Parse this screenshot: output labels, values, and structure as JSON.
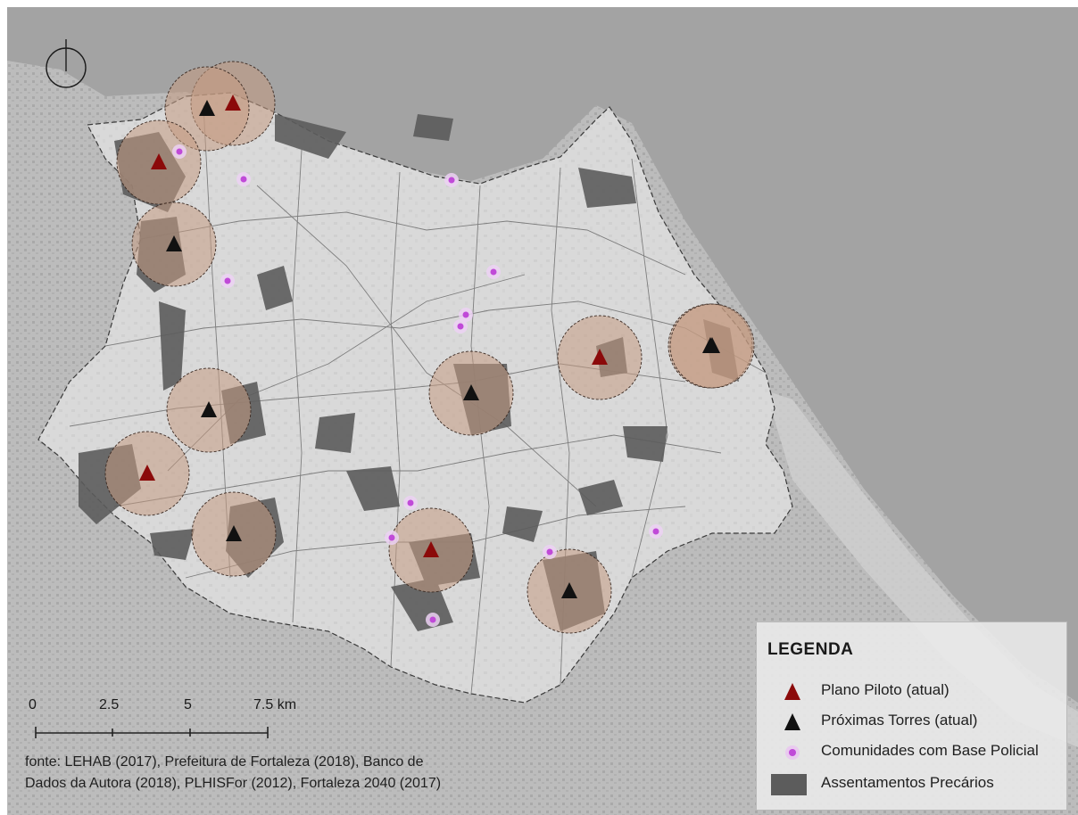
{
  "legend": {
    "title": "LEGENDA",
    "items": [
      {
        "symbol": "triangle-icon",
        "color": "#8b0a0a",
        "label": "Plano Piloto (atual)"
      },
      {
        "symbol": "triangle-icon",
        "color": "#111111",
        "label": "Próximas Torres (atual)"
      },
      {
        "symbol": "dot-icon",
        "color": "#c04ad8",
        "label": "Comunidades com Base Policial"
      },
      {
        "symbol": "rect-icon",
        "color": "#5c5c5c",
        "label": "Assentamentos Precários"
      }
    ]
  },
  "scale": {
    "labels": [
      "0",
      "2.5",
      "5",
      "7.5 km"
    ]
  },
  "source": {
    "lines": [
      "fonte: LEHAB (2017), Prefeitura de Fortaleza (2018), Banco de",
      "Dados da Autora (2018), PLHISFor (2012), Fortaleza 2040 (2017)"
    ]
  },
  "colors": {
    "plano_piloto": "#8b0a0a",
    "proximas_torres": "#111111",
    "base_policial": "#c04ad8",
    "buffer_fill": "#c49a82",
    "assentamento": "#5c5c5c"
  },
  "sites": [
    {
      "type": "plano_piloto"
    },
    {
      "type": "proximas_torres"
    },
    {
      "type": "plano_piloto"
    },
    {
      "type": "proximas_torres"
    },
    {
      "type": "proximas_torres"
    },
    {
      "type": "plano_piloto"
    },
    {
      "type": "proximas_torres"
    },
    {
      "type": "proximas_torres"
    },
    {
      "type": "plano_piloto"
    },
    {
      "type": "proximas_torres"
    },
    {
      "type": "plano_piloto"
    },
    {
      "type": "proximas_torres"
    },
    {
      "type": "proximas_torres"
    }
  ]
}
